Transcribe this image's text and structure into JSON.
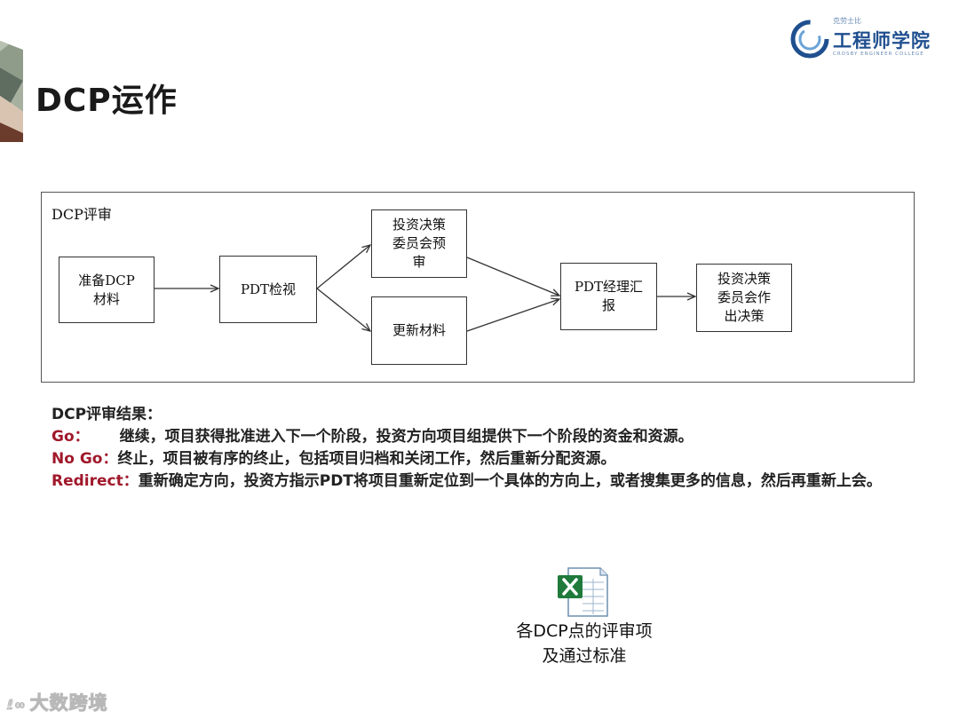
{
  "slide": {
    "title": "DCP运作"
  },
  "logo": {
    "top_text": "克劳士比",
    "main_text": "工程师学院",
    "sub_text": "CROSBY ENGINEER COLLEGE"
  },
  "diagram": {
    "label": "DCP评审",
    "nodes": [
      {
        "id": "prepare",
        "label": "准备DCP\n材料"
      },
      {
        "id": "pdt_review",
        "label": "PDT检视"
      },
      {
        "id": "committee_prereview",
        "label": "投资决策\n委员会预\n审"
      },
      {
        "id": "update_materials",
        "label": "更新材料"
      },
      {
        "id": "pdt_manager_report",
        "label": "PDT经理汇\n报"
      },
      {
        "id": "committee_decision",
        "label": "投资决策\n委员会作\n出决策"
      }
    ],
    "edges": [
      [
        "prepare",
        "pdt_review"
      ],
      [
        "pdt_review",
        "committee_prereview"
      ],
      [
        "pdt_review",
        "update_materials"
      ],
      [
        "committee_prereview",
        "pdt_manager_report"
      ],
      [
        "update_materials",
        "pdt_manager_report"
      ],
      [
        "pdt_manager_report",
        "committee_decision"
      ]
    ]
  },
  "results": {
    "heading": "DCP评审结果：",
    "items": [
      {
        "key": "Go：",
        "text": "继续，项目获得批准进入下一个阶段，投资方向项目组提供下一个阶段的资金和资源。"
      },
      {
        "key": "No Go：",
        "text": "终止，项目被有序的终止，包括项目归档和关闭工作，然后重新分配资源。"
      },
      {
        "key": "Redirect：",
        "text": "重新确定方向，投资方指示PDT将项目重新定位到一个具体的方向上，或者搜集更多的信息，然后再重新上会。"
      }
    ]
  },
  "attachment": {
    "icon": "excel-file-icon",
    "caption_line1": "各DCP点的评审项",
    "caption_line2": "及通过标准"
  },
  "watermark": {
    "text": "大数跨境"
  },
  "colors": {
    "keyword": "#a0192b",
    "logo_blue": "#1f4f8f"
  }
}
